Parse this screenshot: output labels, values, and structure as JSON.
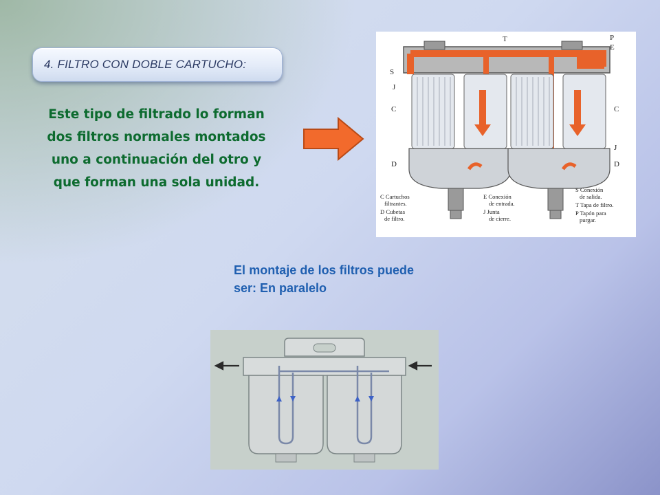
{
  "title": "4. FILTRO CON DOBLE CARTUCHO:",
  "description": "Este tipo de filtrado lo forman dos filtros normales montados uno a continuación del otro y que forman una sola unidad.",
  "caption": "El montaje de los filtros puede ser:  En paralelo",
  "diagram1": {
    "labels": {
      "T": "T",
      "P": "P",
      "E": "E",
      "S": "S",
      "J": "J",
      "C": "C",
      "D": "D"
    },
    "legend": {
      "col1_line1": "C Cartuchos",
      "col1_line2": "filtrantes.",
      "col1_line3": "D Cubetas",
      "col1_line4": "de filtro.",
      "col2_line1": "E Conexión",
      "col2_line2": "de entrada.",
      "col2_line3": "J Junta",
      "col2_line4": "de cierre.",
      "col3_line1": "S Conexión",
      "col3_line2": "de salida.",
      "col3_line3": "T Tapa de filtro.",
      "col3_line4": "P Tapón para",
      "col3_line5": "purgar."
    }
  },
  "colors": {
    "title_text": "#2b3a63",
    "description_text": "#0d6b2f",
    "caption_text": "#1f5fb0",
    "arrow_fill": "#f26a2c",
    "diagram_flow": "#e8622a"
  }
}
